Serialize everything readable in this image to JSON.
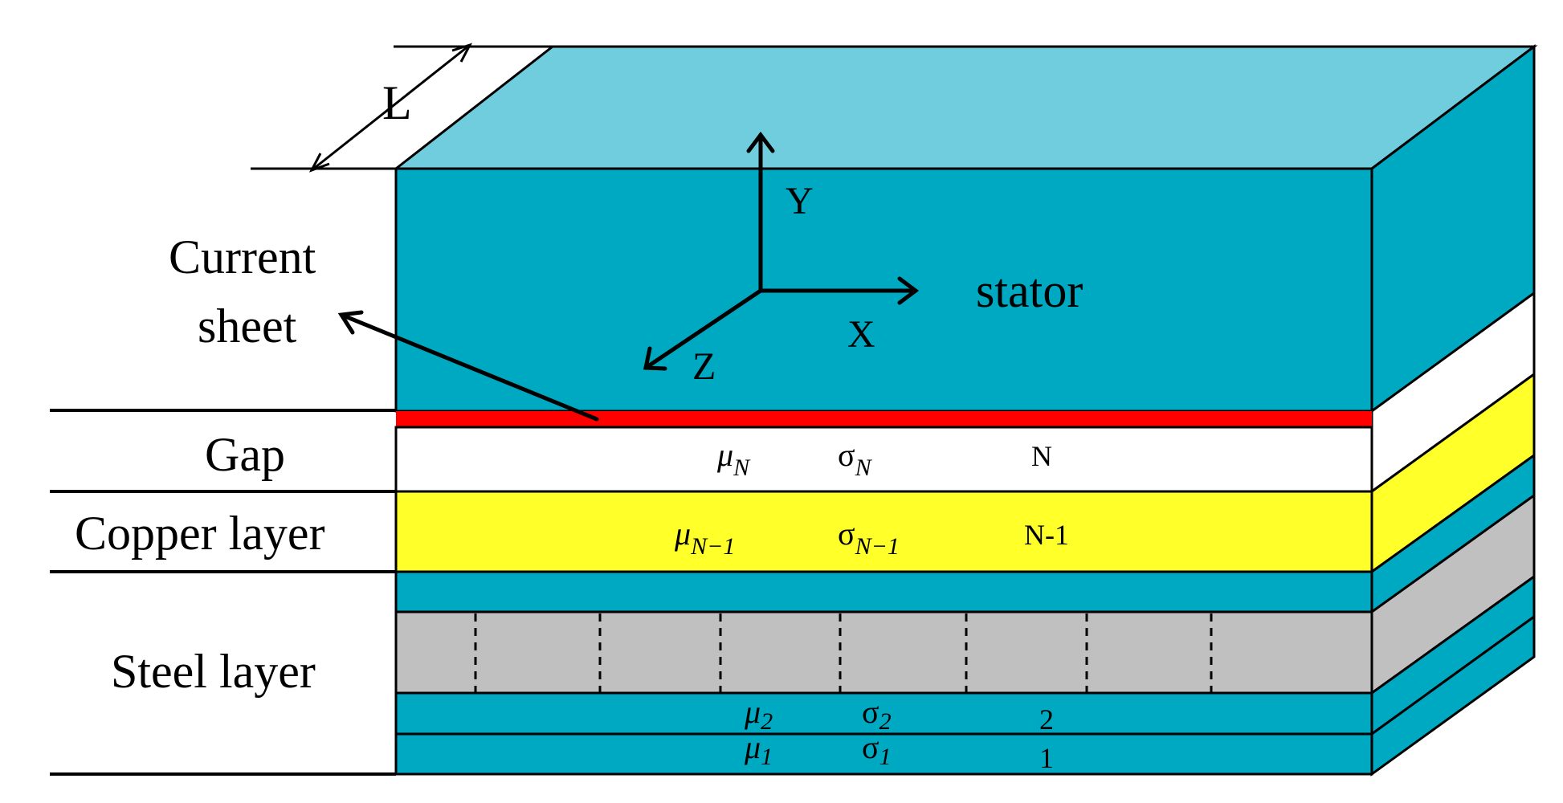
{
  "labels": {
    "length": "L",
    "current_sheet_line1": "Current",
    "current_sheet_line2": "sheet",
    "stator": "stator",
    "gap": "Gap",
    "copper_layer": "Copper layer",
    "steel_layer": "Steel layer"
  },
  "axes": {
    "y": "Y",
    "x": "X",
    "z": "Z"
  },
  "layers": {
    "gap": {
      "mu": "μ",
      "mu_sub": "N",
      "sigma": "σ",
      "sigma_sub": "N",
      "index": "N"
    },
    "copper": {
      "mu": "μ",
      "mu_sub": "N−1",
      "sigma": "σ",
      "sigma_sub": "N−1",
      "index": "N-1"
    },
    "layer2": {
      "mu": "μ",
      "mu_sub": "2",
      "sigma": "σ",
      "sigma_sub": "2",
      "index": "2"
    },
    "layer1": {
      "mu": "μ",
      "mu_sub": "1",
      "sigma": "σ",
      "sigma_sub": "1",
      "index": "1"
    }
  },
  "colors": {
    "teal": "#00A9C2",
    "teal_top": "#70CDDE",
    "current_sheet": "#FF0000",
    "copper": "#FFFF2A",
    "steel": "#C0C0C0",
    "gap": "#FFFFFF"
  }
}
